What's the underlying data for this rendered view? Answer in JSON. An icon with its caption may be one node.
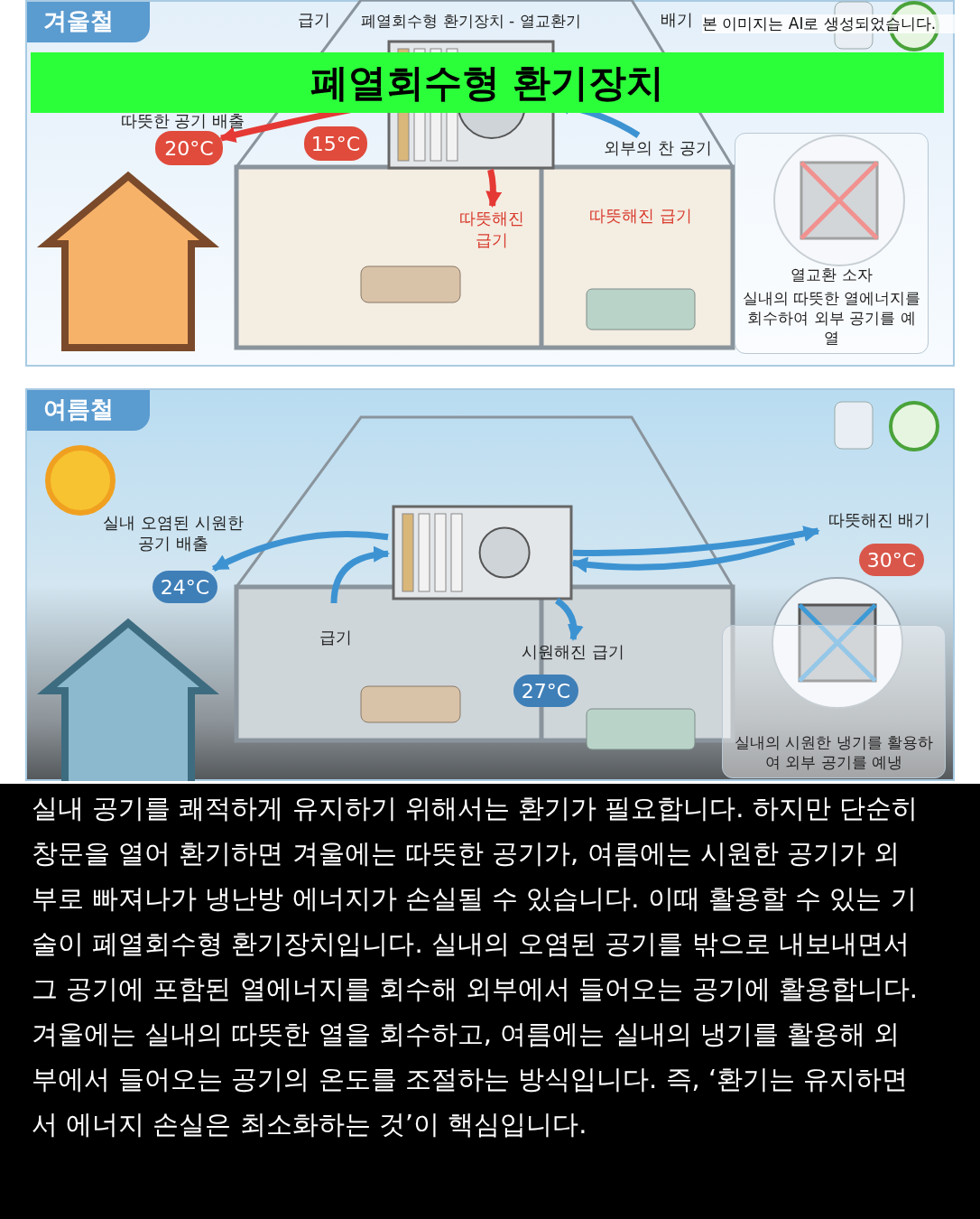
{
  "diagram": {
    "title": "폐열회수형 환기장치",
    "caption": "실내 공기를 쾌적하게 유지하기 위해서는 환기가 필요합니다. 하지만 단순히 창문을 열어 환기하면 겨울에는 따뜻한 공기가, 여름에는 시원한 공기가 외부로 빠져나가 냉난방 에너지가 손실될 수 있습니다. 이때 활용할 수 있는 기술이 폐열회수형 환기장치입니다. 실내의 오염된 공기를 밖으로 내보내면서 그 공기에 포함된 열에너지를 회수해 외부에서 들어오는 공기에 활용합니다. 겨울에는 실내의 따뜻한 열을 회수하고, 여름에는 실내의 냉기를 활용해 외부에서 들어오는 공기의 온도를 조절하는 방식입니다. 즉, ‘환기는 유지하면서 에너지 손실은 최소화하는 것’이 핵심입니다.",
    "nodes": [
      {
        "text": [
          "겨울철"
        ]
      },
      {
        "text": [
          "폐열회수형 환기장치 - 열교환기"
        ],
        "in": 0
      },
      {
        "text": [
          "20°C"
        ],
        "in": 0
      },
      {
        "text": [
          "15°C"
        ],
        "in": 0
      },
      {
        "text": [
          "열교환 소자",
          "실내의 따뜻한 열에너지를 회수하여 외부 공기를 예열"
        ],
        "in": 0
      },
      {
        "text": [
          "여름철"
        ]
      },
      {
        "text": [],
        "shape": "picture",
        "in": 5
      },
      {
        "text": [
          "24°C"
        ],
        "in": 5
      },
      {
        "text": [
          "30°C"
        ],
        "in": 5
      },
      {
        "text": [
          "27°C"
        ],
        "in": 5
      },
      {
        "text": [
          "실내의 시원한 냉기를 활용하여 외부 공기를 예냉"
        ],
        "in": 5
      },
      {
        "text": [
          "외부의 찬 공기"
        ],
        "in": 0
      },
      {
        "text": [
          "따뜻해진 배기"
        ],
        "in": 5
      },
      {
        "text": [
          "따뜻해진 급기"
        ],
        "in": 0
      },
      {
        "text": [
          "시원해진 급기"
        ],
        "in": 5
      }
    ],
    "edges": [
      {
        "from": 1,
        "to": 2,
        "arrow": "to",
        "color": "#e53935"
      },
      {
        "from": 11,
        "to": 1,
        "arrow": "to"
      },
      {
        "from": 1,
        "to": 13,
        "arrow": "to",
        "color": "#e53935"
      },
      {
        "from": 6,
        "to": 7,
        "arrow": "to"
      },
      {
        "from": null,
        "to": 6,
        "arrow": "to"
      },
      {
        "from": 6,
        "to": 12,
        "arrow": "to"
      },
      {
        "from": null,
        "to": 6,
        "arrow": "to"
      },
      {
        "from": 6,
        "to": 14,
        "arrow": "to"
      }
    ],
    "labels": [
      "본 이미지는 AI로 생성되었습니다.",
      "급기",
      "배기",
      "따뜻한 공기 배출",
      "따뜻해진 급기",
      "실내 오염된 시원한 공기 배출",
      "급기"
    ]
  }
}
